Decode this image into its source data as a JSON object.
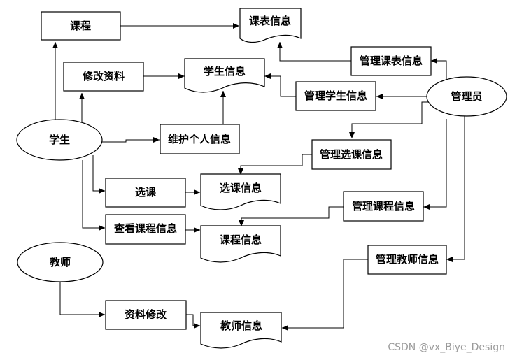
{
  "nodes": {
    "kecheng": "课程",
    "kebiao_info": "课表信息",
    "guanli_kebiao": "管理课表信息",
    "xiugai_ziliao": "修改资料",
    "xuesheng_info": "学生信息",
    "guanli_xuesheng": "管理学生信息",
    "guanliyuan": "管理员",
    "xuesheng": "学生",
    "weihu": "维护个人信息",
    "guanli_xuanke": "管理选课信息",
    "xuanke": "选课",
    "xuanke_info": "选课信息",
    "guanli_kecheng": "管理课程信息",
    "chakan": "查看课程信息",
    "kecheng_info": "课程信息",
    "jiaoshi": "教师",
    "guanli_jiaoshi": "管理教师信息",
    "ziliao_xiugai": "资料修改",
    "jiaoshi_info": "教师信息"
  },
  "watermark": "CSDN @vx_Biye_Design"
}
